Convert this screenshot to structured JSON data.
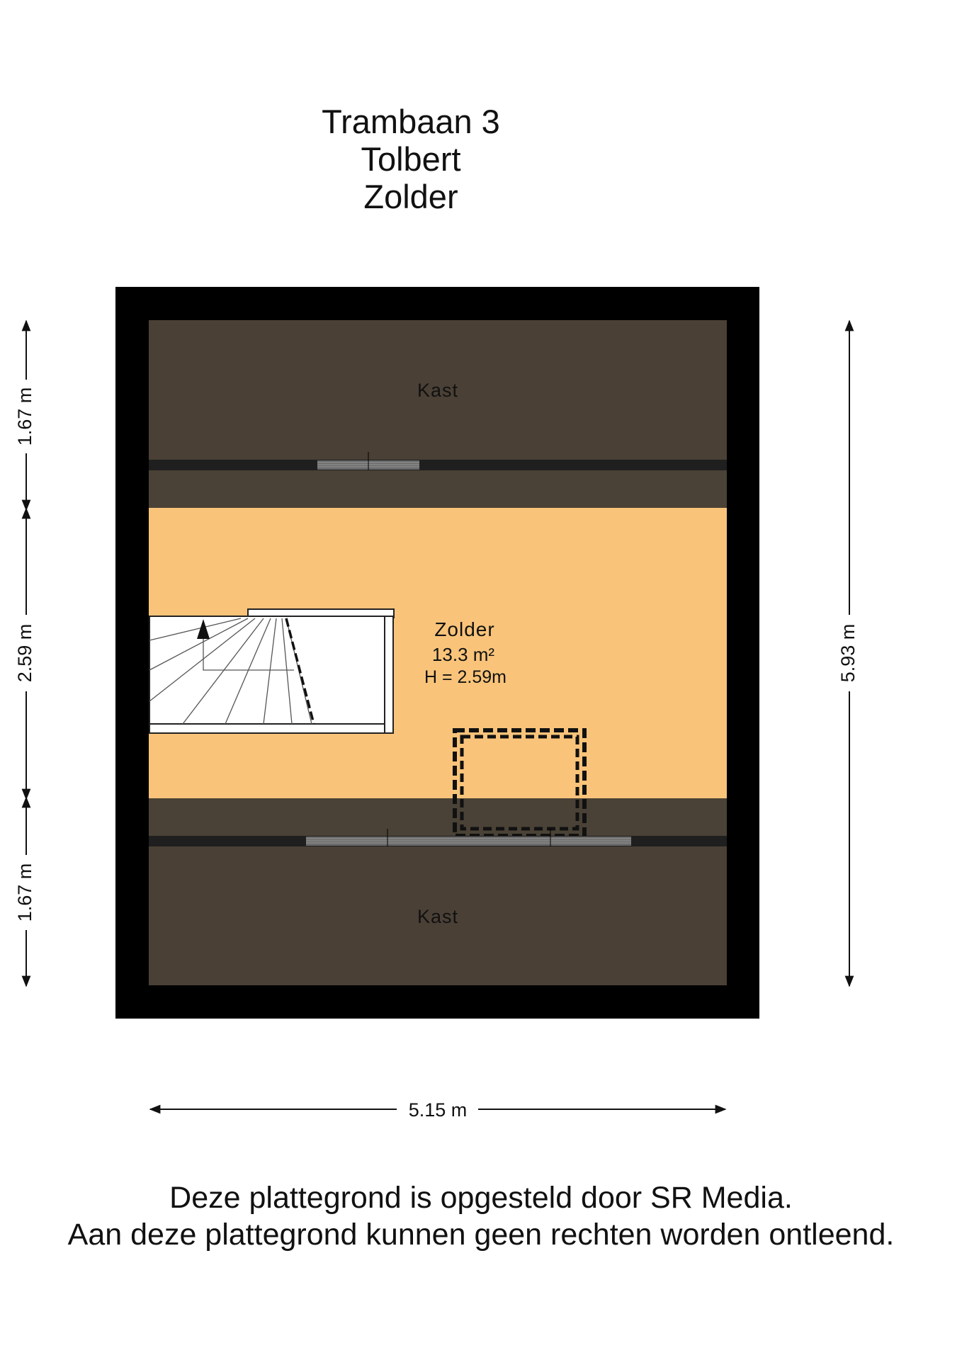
{
  "header": {
    "address": "Trambaan 3",
    "town": "Tolbert",
    "floor": "Zolder"
  },
  "rooms": {
    "kast_top": {
      "name": "Kast"
    },
    "zolder": {
      "name": "Zolder",
      "area": "13.3 m²",
      "height": "H = 2.59m"
    },
    "kast_bottom": {
      "name": "Kast"
    }
  },
  "dimensions": {
    "left_top": "1.67 m",
    "left_middle": "2.59 m",
    "left_bottom": "1.67 m",
    "right_total": "5.93 m",
    "bottom_width": "5.15 m"
  },
  "footer": {
    "line1": "Deze plattegrond is opgesteld door SR Media.",
    "line2": "Aan deze plattegrond kunnen geen rechten worden ontleend."
  },
  "colors": {
    "wall": "#000000",
    "kast": "#4a4036",
    "zolder": "#f9c47a",
    "slope": "#4a4236",
    "stair": "#ffffff"
  }
}
